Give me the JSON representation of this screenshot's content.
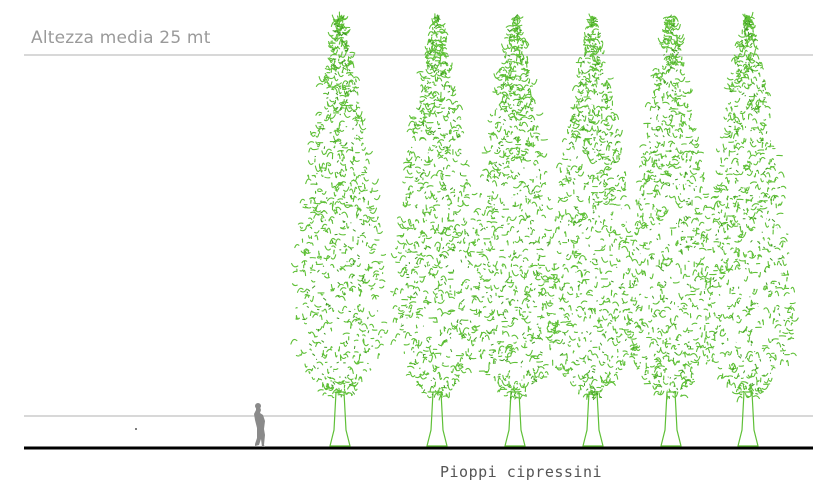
{
  "diagram": {
    "height_label": "Altezza media 25 mt",
    "caption": "Pioppi cipressini",
    "tree_count": 6,
    "colors": {
      "foliage": "#5fc037",
      "foliage_dark": "#3e9a22",
      "guide_line": "#b0b0b0",
      "ground": "#000000",
      "person": "#8a8a8a",
      "label_text": "#9a9a9a",
      "caption_text": "#555555"
    },
    "icons": [
      "poplar-tree-icon",
      "person-silhouette-icon"
    ]
  }
}
